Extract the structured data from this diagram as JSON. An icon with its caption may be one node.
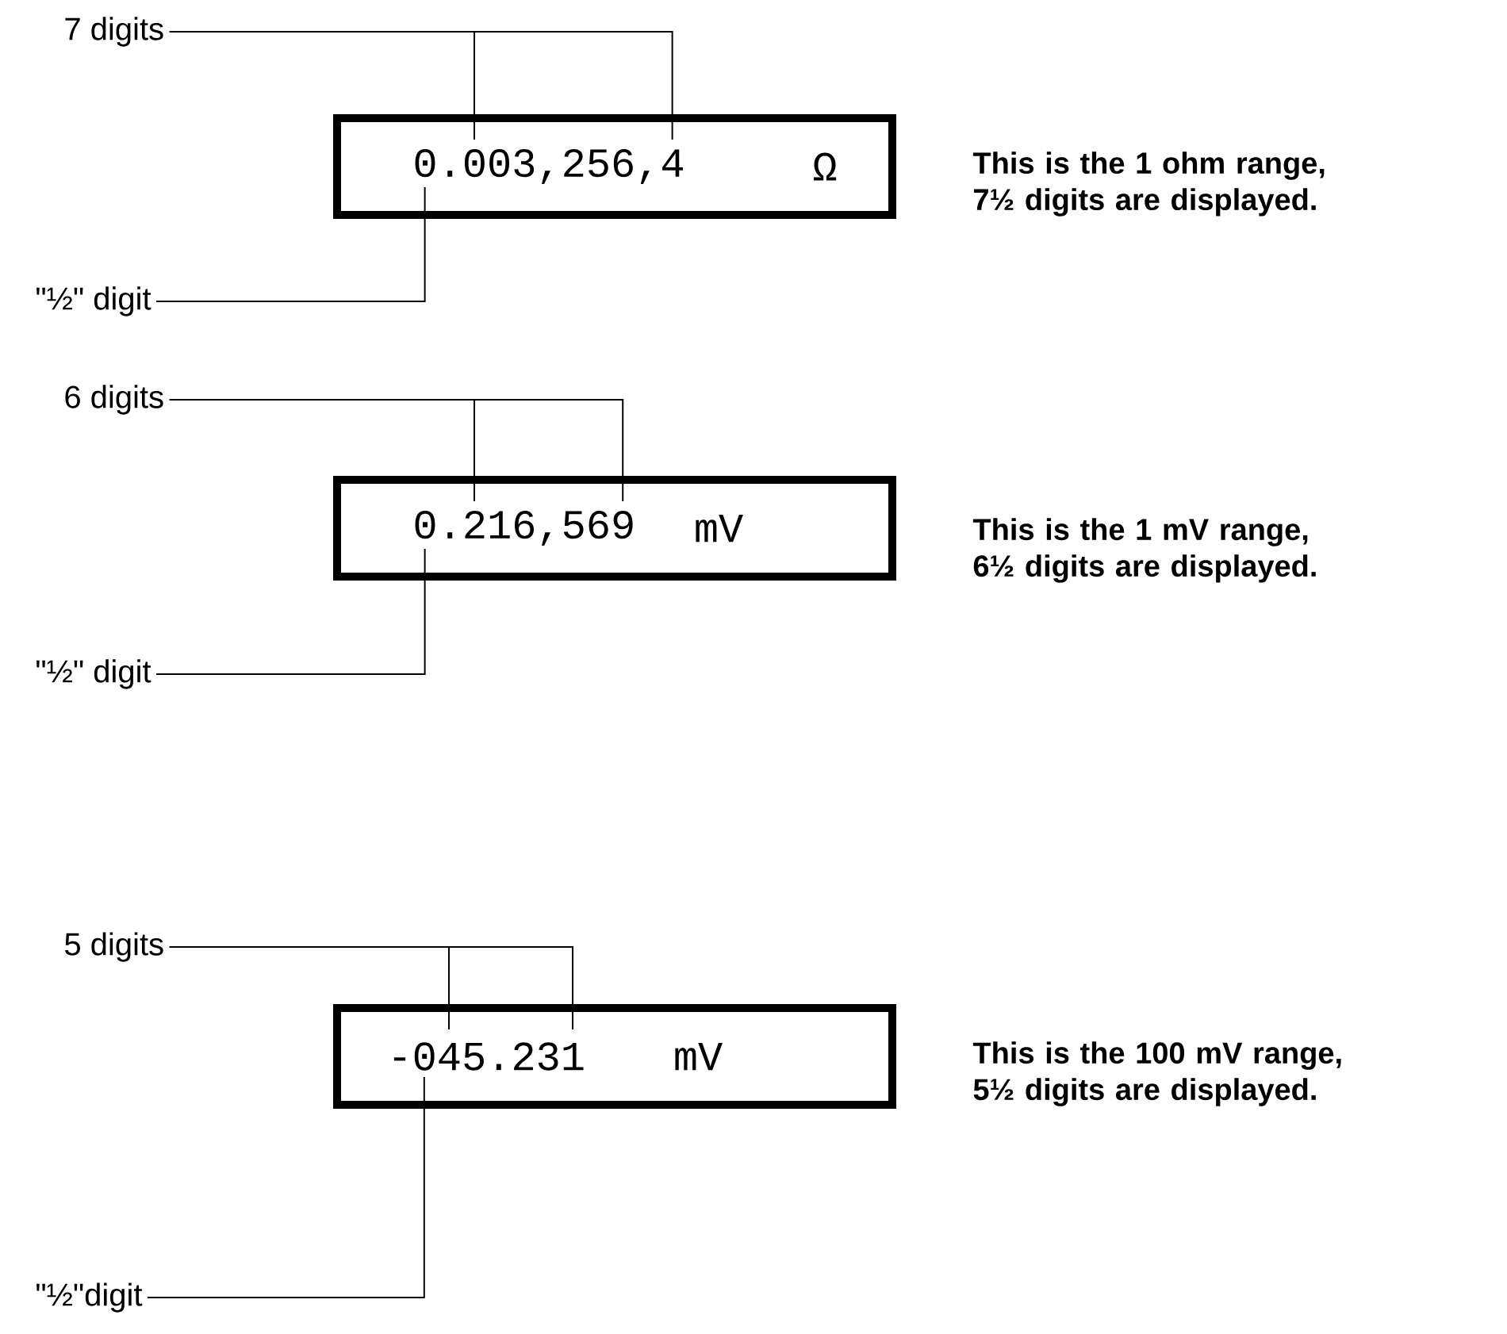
{
  "diagram": {
    "nodes": [
      {
        "text": [
          "7 digits"
        ]
      },
      {
        "text": [
          "0.003,256,4",
          "Ω"
        ],
        "beside": [
          "This is the 1 ohm range, 7½ digits are displayed."
        ]
      },
      {
        "text": [
          "\"½\" digit"
        ]
      },
      {
        "text": [
          "6 digits"
        ]
      },
      {
        "text": [
          "0.216,569",
          "mV"
        ],
        "beside": [
          "This is the 1 mV range, 6½ digits are displayed."
        ]
      },
      {
        "text": [
          "\"½\" digit"
        ]
      },
      {
        "text": [
          "5 digits"
        ]
      },
      {
        "text": [
          "-045.231",
          "mV"
        ],
        "beside": [
          "This is the 100 mV range, 5½ digits are displayed."
        ]
      },
      {
        "text": [
          "\"½\"digit"
        ]
      }
    ],
    "edges": [
      {
        "from": 0,
        "to": 1,
        "arrow": "none"
      },
      {
        "from": 2,
        "to": 1,
        "arrow": "none"
      },
      {
        "from": 3,
        "to": 4,
        "arrow": "none"
      },
      {
        "from": 5,
        "to": 4,
        "arrow": "none"
      },
      {
        "from": 6,
        "to": 7,
        "arrow": "none"
      },
      {
        "from": 8,
        "to": 7,
        "arrow": "none"
      }
    ]
  }
}
